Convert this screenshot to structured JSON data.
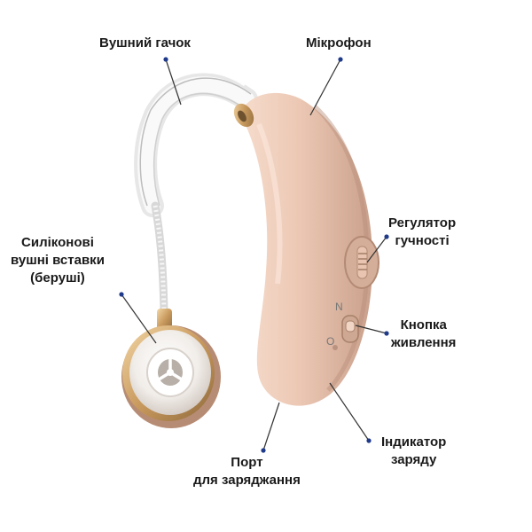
{
  "labels": {
    "ear_hook": "Вушний гачок",
    "microphone": "Мікрофон",
    "volume_line1": "Регулятор",
    "volume_line2": "гучності",
    "tips_line1": "Силіконові",
    "tips_line2": "вушні вставки",
    "tips_line3": "(беруші)",
    "power_line1": "Кнопка",
    "power_line2": "живлення",
    "indicator_line1": "Індикатор",
    "indicator_line2": "заряду",
    "port_line1": "Порт",
    "port_line2": "для заряджання"
  },
  "switch_marks": {
    "on": "N",
    "off": "O"
  },
  "colors": {
    "body": "#ecc8b4",
    "body_shadow": "#c9a08b",
    "gold": "#c99a5e",
    "leader_dot": "#1f3a8a",
    "leader_line": "#333333"
  }
}
